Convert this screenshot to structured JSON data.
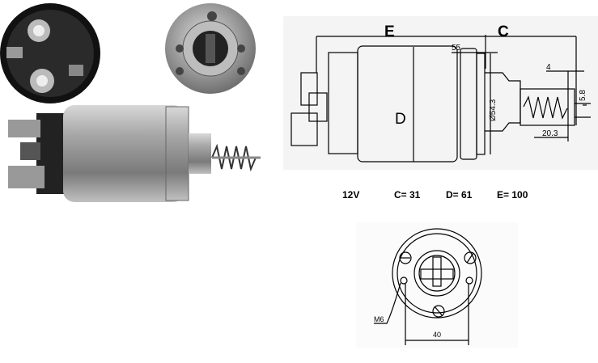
{
  "side_drawing": {
    "label_e": "E",
    "label_c": "C",
    "label_d": "D",
    "dim_55": "55",
    "dim_diameter": "Ø54.3",
    "dim_4": "4",
    "dim_58": "5.8",
    "dim_203": "20.3"
  },
  "specs": {
    "voltage": "12V",
    "c": "C= 31",
    "d": "D= 61",
    "e": "E= 100"
  },
  "end_drawing": {
    "thread": "M6",
    "spacing": "40"
  },
  "colors": {
    "drawing_bg": "#f4f4f4",
    "photo_metal": "#9a9a9a",
    "photo_dark": "#1a1a1a"
  }
}
